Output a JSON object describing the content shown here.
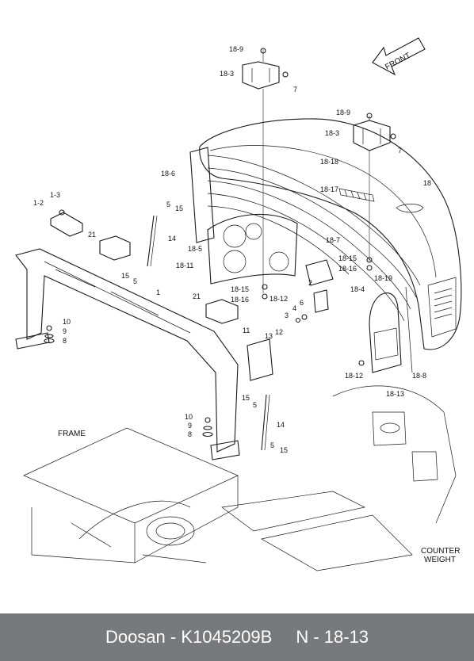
{
  "footer": {
    "brand_part": "Doosan - K1045209B",
    "reference": "N - 18-13"
  },
  "labels": {
    "frame": "FRAME",
    "counter1": "COUNTER",
    "counter2": "WEIGHT",
    "front": "FRONT",
    "c18_9a": "18-9",
    "c18_3a": "18-3",
    "c7a": "7",
    "c18_9b": "18-9",
    "c18_3b": "18-3",
    "c7b": "7",
    "c18": "18",
    "c18_18": "18-18",
    "c18_17": "18-17",
    "c18_6": "18-6",
    "c18_5": "18-5",
    "c18_7": "18-7",
    "c18_11": "18-11",
    "c18_15a": "18-15",
    "c18_16a": "18-16",
    "c18_12a": "18-12",
    "c18_15b": "18-15",
    "c18_16b": "18-16",
    "c18_19": "18-19",
    "c18_4": "18-4",
    "c18_12b": "18-12",
    "c18_8": "18-8",
    "c18_13": "18-13",
    "c1_3": "1-3",
    "c1_2": "1-2",
    "c21a": "21",
    "c21b": "21",
    "c15a": "15",
    "c5a": "5",
    "c15b": "15",
    "c5b": "5",
    "c14a": "14",
    "c1": "1",
    "c10a": "10",
    "c9a": "9",
    "c8a": "8",
    "c2": "2",
    "c6": "6",
    "c4": "4",
    "c3": "3",
    "c11": "11",
    "c13": "13",
    "c12": "12",
    "c15c": "15",
    "c5c": "5",
    "c14b": "14",
    "c10b": "10",
    "c9b": "9",
    "c8b": "8",
    "c5d": "5",
    "c15d": "15"
  }
}
